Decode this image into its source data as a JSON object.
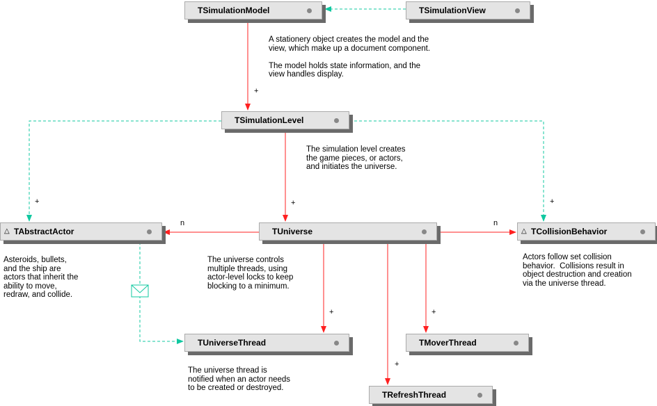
{
  "classes": {
    "simulation_model": "TSimulationModel",
    "simulation_view": "TSimulationView",
    "simulation_level": "TSimulationLevel",
    "abstract_actor": "TAbstractActor",
    "universe": "TUniverse",
    "collision_behavior": "TCollisionBehavior",
    "universe_thread": "TUniverseThread",
    "mover_thread": "TMoverThread",
    "refresh_thread": "TRefreshThread"
  },
  "abstract_marker": "△",
  "multiplicities": {
    "plus": "+",
    "n": "n"
  },
  "notes": {
    "model_view": "A stationery object creates the model and the\nview, which make up a document component.\n\nThe model holds state information, and the\nview handles display.",
    "level": "The simulation level creates\nthe game pieces, or actors,\nand initiates the universe.",
    "actor": "Asteroids, bullets,\nand the ship are\nactors that inherit the\nability to move,\nredraw, and collide.",
    "universe": "The universe controls\nmultiple threads, using\nactor-level locks to keep\nblocking to a minimum.",
    "collision": "Actors follow set collision\nbehavior.  Collisions result in\nobject destruction and creation\nvia the universe thread.",
    "thread": "The universe thread is\nnotified when an actor needs\nto be created or destroyed."
  },
  "colors": {
    "ownership": "#ff2020",
    "dependency": "#10c8a0"
  }
}
